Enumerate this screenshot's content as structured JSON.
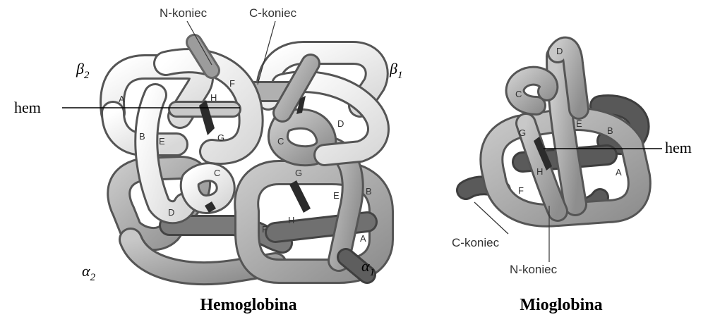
{
  "colors": {
    "light_helix": "#f2f2f2",
    "mid_helix": "#a9a9a9",
    "dark_helix": "#6e6e6e",
    "darkest": "#4a4a4a",
    "outline": "#555555",
    "heme": "#2b2b2b",
    "text": "#000000"
  },
  "hemoglobina": {
    "title": "Hemoglobina",
    "n_koniec": "N-koniec",
    "c_koniec": "C-koniec",
    "hem_label": "hem",
    "chains": {
      "beta2": "β",
      "beta2_sub": "2",
      "beta1": "β",
      "beta1_sub": "1",
      "alpha2": "α",
      "alpha2_sub": "2",
      "alpha1": "α",
      "alpha1_sub": "1"
    },
    "beta2_helices": {
      "A": "A",
      "B": "B",
      "E": "E",
      "F": "F",
      "G": "G",
      "H": "H",
      "C": "C",
      "D": "D"
    },
    "alpha1_helices": {
      "C": "C",
      "D": "D",
      "G": "G",
      "E": "E",
      "B": "B",
      "F": "F",
      "H": "H",
      "A": "A"
    }
  },
  "mioglobina": {
    "title": "Mioglobina",
    "hem_label": "hem",
    "c_koniec": "C-koniec",
    "n_koniec": "N-koniec",
    "helices": {
      "D": "D",
      "C": "C",
      "E": "E",
      "B": "B",
      "G": "G",
      "H": "H",
      "F": "F",
      "A": "A"
    }
  }
}
